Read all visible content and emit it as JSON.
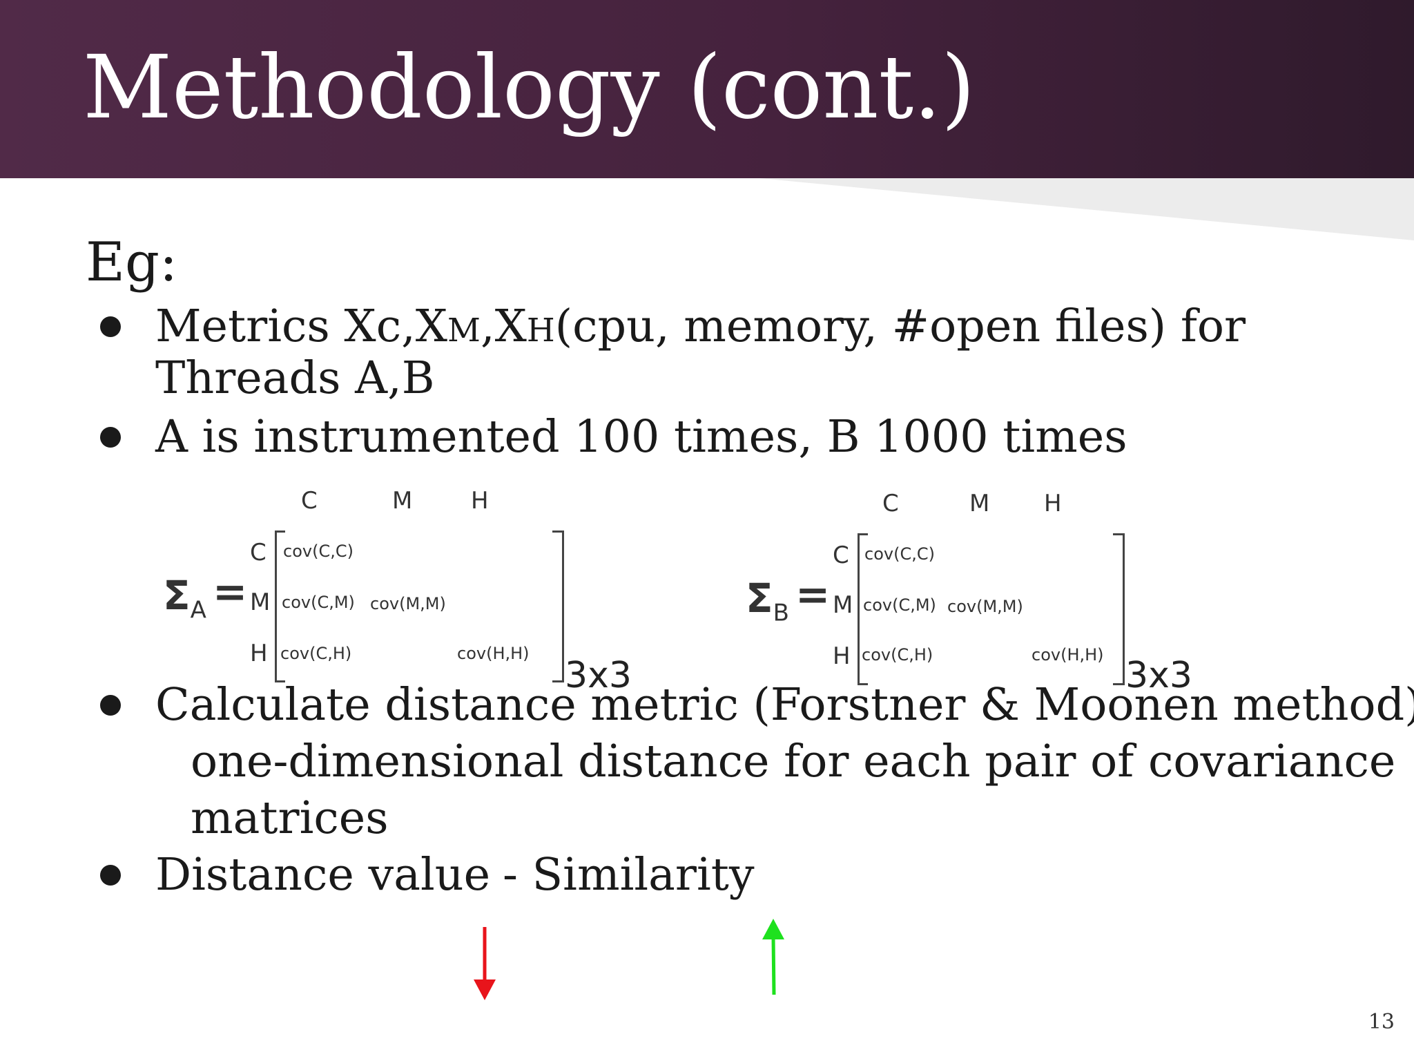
{
  "slide": {
    "title": "Methodology (cont.)",
    "eg_label": "Eg:",
    "bullets": {
      "b1_line1_prefix": "Metrics Xc,X",
      "b1_sub_m": "M",
      "b1_comma": ",X",
      "b1_sub_h": "H",
      "b1_line1_suffix": "(cpu, memory, #open files) for",
      "b1_line2": "Threads A,B",
      "b2": "A is instrumented 100 times, B 1000 times",
      "b3_line1": "Calculate distance metric (Forstner & Moonen method)",
      "b3_line2": "one-dimensional distance for each pair of covariance",
      "b3_line3": "matrices",
      "b4_part1": "Distance value",
      "b4_part2": "- Similarity"
    },
    "page_number": "13"
  },
  "matrices": [
    {
      "sigma": "Σ",
      "subscript": "A",
      "equals": "=",
      "col_headers": [
        "C",
        "M",
        "H"
      ],
      "row_headers": [
        "C",
        "M",
        "H"
      ],
      "cells": {
        "cc": "cov(C,C)",
        "cm": "cov(C,M)",
        "mm": "cov(M,M)",
        "ch": "cov(C,H)",
        "hh": "cov(H,H)"
      },
      "dimension": "3x3"
    },
    {
      "sigma": "Σ",
      "subscript": "B",
      "equals": "=",
      "col_headers": [
        "C",
        "M",
        "H"
      ],
      "row_headers": [
        "C",
        "M",
        "H"
      ],
      "cells": {
        "cc": "cov(C,C)",
        "cm": "cov(C,M)",
        "mm": "cov(M,M)",
        "ch": "cov(C,H)",
        "hh": "cov(H,H)"
      },
      "dimension": "3x3"
    }
  ],
  "indicators": {
    "down_arrow_color": "#e8141b",
    "up_arrow_color": "#1ee11e"
  },
  "theme": {
    "header_color": "#4a2543",
    "text_color": "#1a1a1a"
  }
}
